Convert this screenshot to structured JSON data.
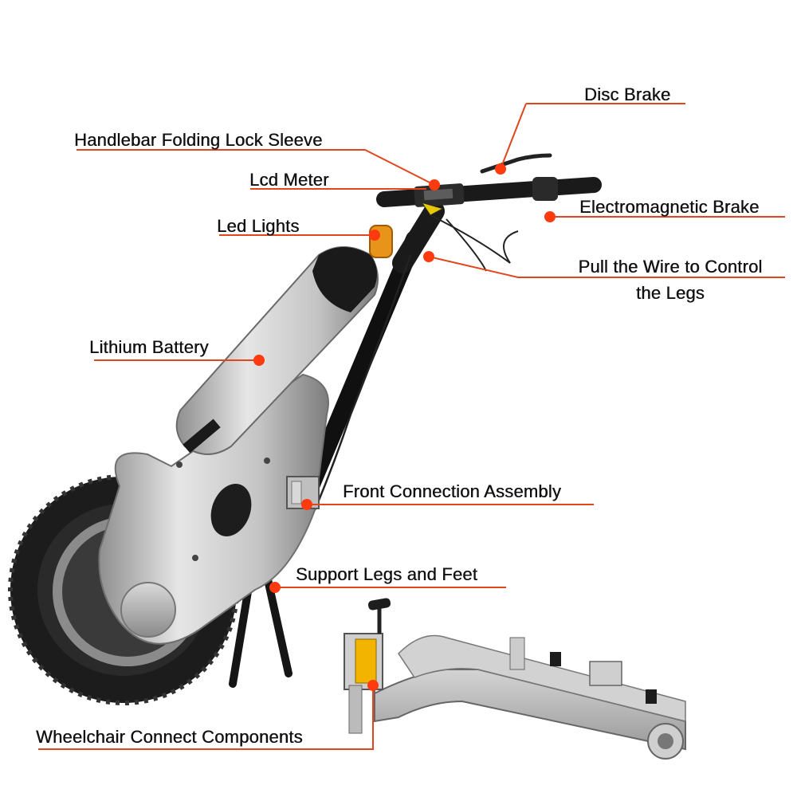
{
  "labels": {
    "disc_brake": "Disc Brake",
    "handlebar_lock": "Handlebar Folding Lock Sleeve",
    "lcd_meter": "Lcd Meter",
    "electromagnetic_brake": "Electromagnetic Brake",
    "led_lights": "Led Lights",
    "pull_wire_line1": "Pull the Wire to Control",
    "pull_wire_line2": "the Legs",
    "lithium_battery": "Lithium Battery",
    "front_connection": "Front Connection Assembly",
    "support_legs": "Support Legs and Feet",
    "wheelchair_connect": "Wheelchair Connect Components"
  },
  "colors": {
    "leader_line": "#e0471f",
    "dot": "#ff3a0f",
    "body_silver": "#c9c9c9",
    "tire": "#1c1c1c",
    "clamp_metal": "#bdbdbd",
    "warning_label": "#f2b400"
  }
}
